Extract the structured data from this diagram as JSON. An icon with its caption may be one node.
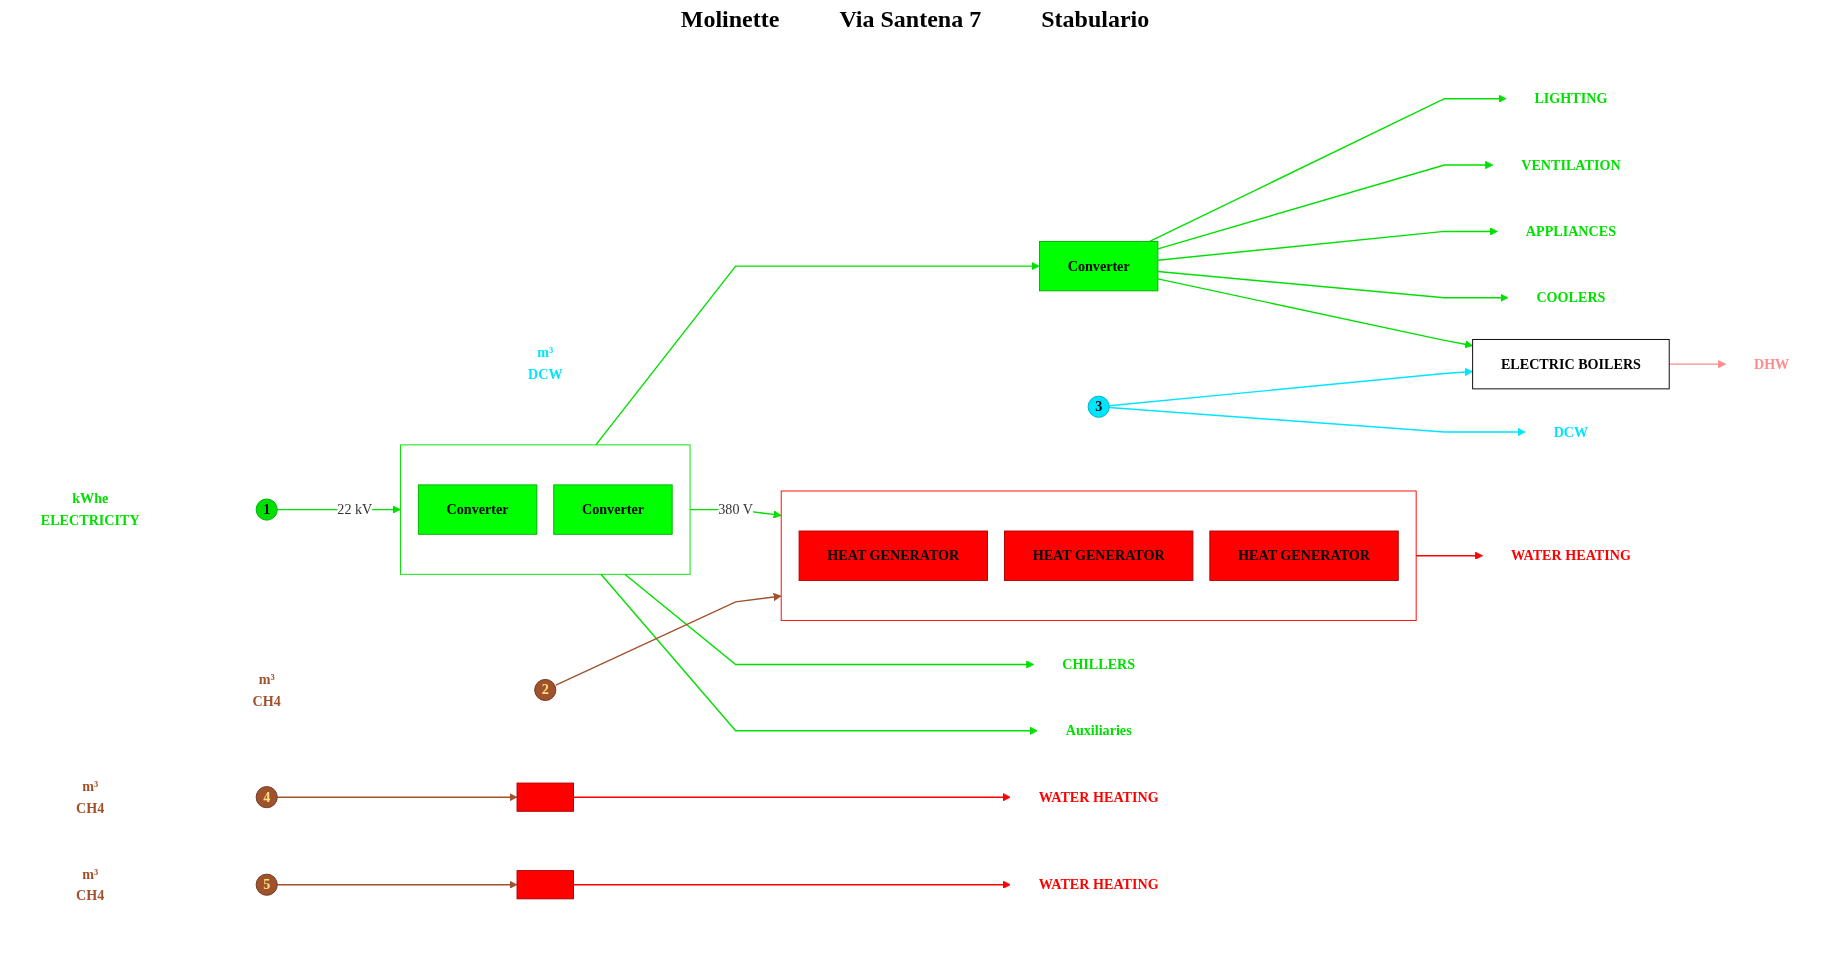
{
  "diagram": {
    "nodes": [
      {
        "text": [
          "Converter"
        ]
      },
      {
        "text": [
          "LIGHTING"
        ]
      },
      {
        "text": [
          "VENTILATION"
        ]
      },
      {
        "text": [
          "APPLIANCES"
        ]
      },
      {
        "text": [
          "COOLERS"
        ]
      },
      {
        "text": [
          "ELECTRIC BOILERS"
        ]
      },
      {
        "text": [
          "DHW"
        ]
      },
      {
        "text": [
          "3"
        ],
        "beside": [
          "m³",
          "DCW"
        ]
      },
      {
        "text": [
          "DCW"
        ]
      },
      {
        "text": [],
        "shape": "box"
      },
      {
        "text": [
          "HEAT GENERATOR"
        ],
        "in": 9
      },
      {
        "text": [
          "HEAT GENERATOR"
        ],
        "in": 9
      },
      {
        "text": [
          "HEAT GENERATOR"
        ],
        "in": 9
      },
      {
        "text": [
          "2"
        ],
        "beside": [
          "m³",
          "CH4"
        ]
      },
      {
        "text": [
          "WATER HEATING"
        ]
      },
      {
        "text": [
          "CHILLERS"
        ]
      },
      {
        "text": [
          "1"
        ],
        "beside": [
          "kWhe",
          "ELECTRICITY"
        ]
      },
      {
        "text": [],
        "shape": "box"
      },
      {
        "text": [
          "Converter"
        ],
        "in": 17
      },
      {
        "text": [
          "Converter"
        ],
        "in": 17
      },
      {
        "text": [
          "Auxiliaries"
        ]
      },
      {
        "text": [
          "4"
        ],
        "beside": [
          "m³",
          "CH4"
        ]
      },
      {
        "text": [],
        "shape": "box"
      },
      {
        "text": [
          "WATER HEATING"
        ]
      },
      {
        "text": [
          "5"
        ],
        "beside": [
          "m³",
          "CH4"
        ]
      },
      {
        "text": [],
        "shape": "box"
      },
      {
        "text": [
          "WATER HEATING"
        ]
      }
    ],
    "edges": [
      {
        "from": 16,
        "to": 17,
        "arrow": "to",
        "label": "22 kV"
      },
      {
        "from": 17,
        "to": 9,
        "arrow": "to",
        "label": "380 V"
      },
      {
        "from": 17,
        "to": 0,
        "arrow": "to"
      },
      {
        "from": 17,
        "to": 15,
        "arrow": "to"
      },
      {
        "from": 17,
        "to": 20,
        "arrow": "to"
      },
      {
        "from": 13,
        "to": 9,
        "arrow": "to",
        "color": "#a0522d"
      },
      {
        "from": 9,
        "to": 14,
        "arrow": "to",
        "color": "#ff0000"
      },
      {
        "from": 0,
        "to": 1,
        "arrow": "to"
      },
      {
        "from": 0,
        "to": 2,
        "arrow": "to"
      },
      {
        "from": 0,
        "to": 3,
        "arrow": "to"
      },
      {
        "from": 0,
        "to": 4,
        "arrow": "to"
      },
      {
        "from": 0,
        "to": 5,
        "arrow": "to"
      },
      {
        "from": 7,
        "to": 5,
        "arrow": "to",
        "color": "#00e5ff"
      },
      {
        "from": 7,
        "to": 8,
        "arrow": "to",
        "color": "#00e5ff"
      },
      {
        "from": 5,
        "to": 6,
        "arrow": "to",
        "color": "#ff8c8c"
      },
      {
        "from": 21,
        "to": 22,
        "arrow": "to",
        "color": "#a0522d"
      },
      {
        "from": 22,
        "to": 23,
        "arrow": "to",
        "color": "#ff0000"
      },
      {
        "from": 24,
        "to": 25,
        "arrow": "to",
        "color": "#a0522d"
      },
      {
        "from": 25,
        "to": 26,
        "arrow": "to",
        "color": "#ff0000"
      }
    ],
    "labels": [
      "Molinette",
      "Via Santena 7",
      "Stabulario"
    ]
  }
}
